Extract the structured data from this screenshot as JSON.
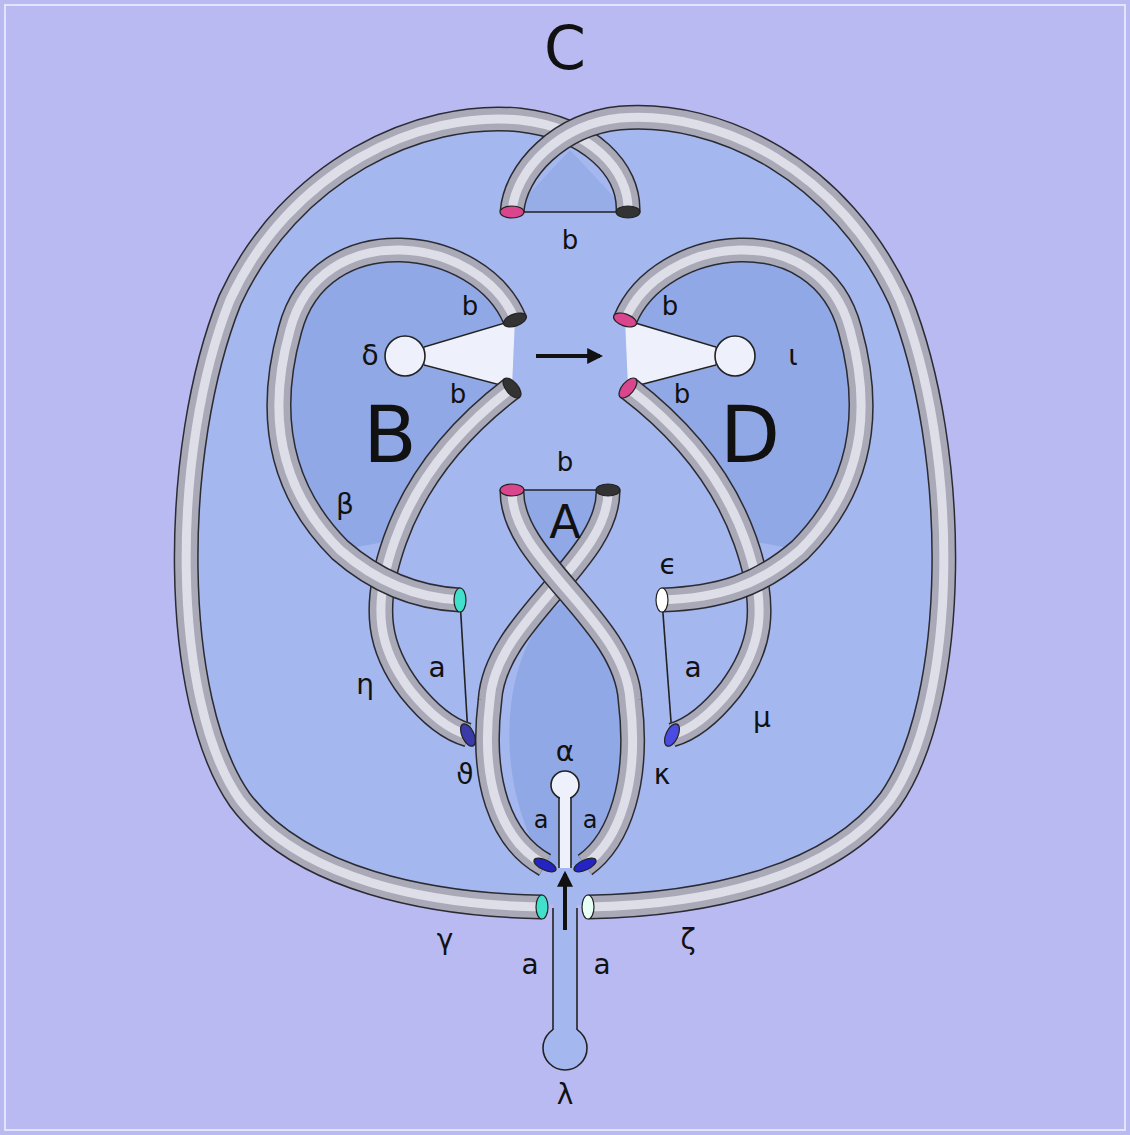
{
  "diagram": {
    "labels": [
      "C",
      "b",
      "b",
      "δ",
      "b",
      "B",
      "b",
      "ι",
      "b",
      "D",
      "β",
      "b",
      "A",
      "ϵ",
      "a",
      "η",
      "a",
      "μ",
      "α",
      "ϑ",
      "κ",
      "a",
      "a",
      "γ",
      "ζ",
      "a",
      "a",
      "λ"
    ]
  }
}
